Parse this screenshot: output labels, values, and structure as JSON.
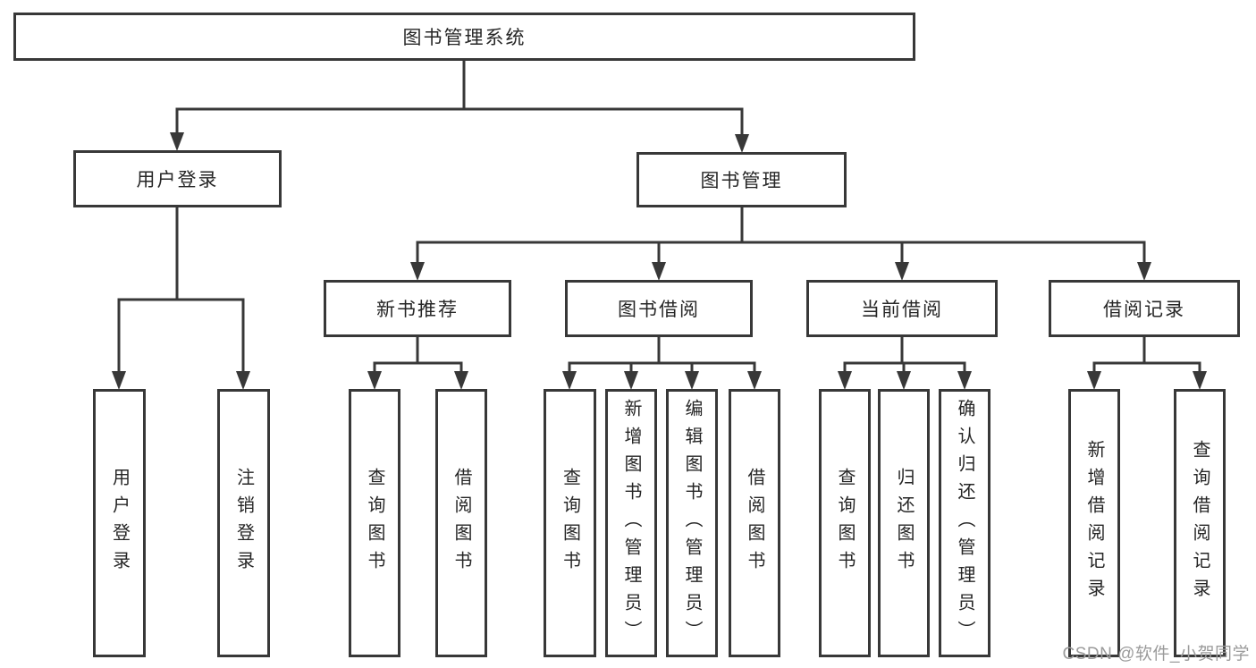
{
  "diagram": {
    "root": "图书管理系统",
    "level2": [
      {
        "label": "用户登录",
        "children": [
          "用户登录",
          "注销登录"
        ]
      },
      {
        "label": "图书管理",
        "sections": [
          {
            "label": "新书推荐",
            "children": [
              "查询图书",
              "借阅图书"
            ]
          },
          {
            "label": "图书借阅",
            "children": [
              "查询图书",
              "新增图书（管理员）",
              "编辑图书（管理员）",
              "借阅图书"
            ]
          },
          {
            "label": "当前借阅",
            "children": [
              "查询图书",
              "归还图书",
              "确认归还（管理员）"
            ]
          },
          {
            "label": "借阅记录",
            "children": [
              "新增借阅记录",
              "查询借阅记录"
            ]
          }
        ]
      }
    ]
  },
  "watermark": "CSDN @软件_小贺同学",
  "colors": {
    "line": "#383838",
    "box_border": "#383838",
    "text": "#262626",
    "watermark": "#9b9b9b",
    "background": "#ffffff"
  }
}
